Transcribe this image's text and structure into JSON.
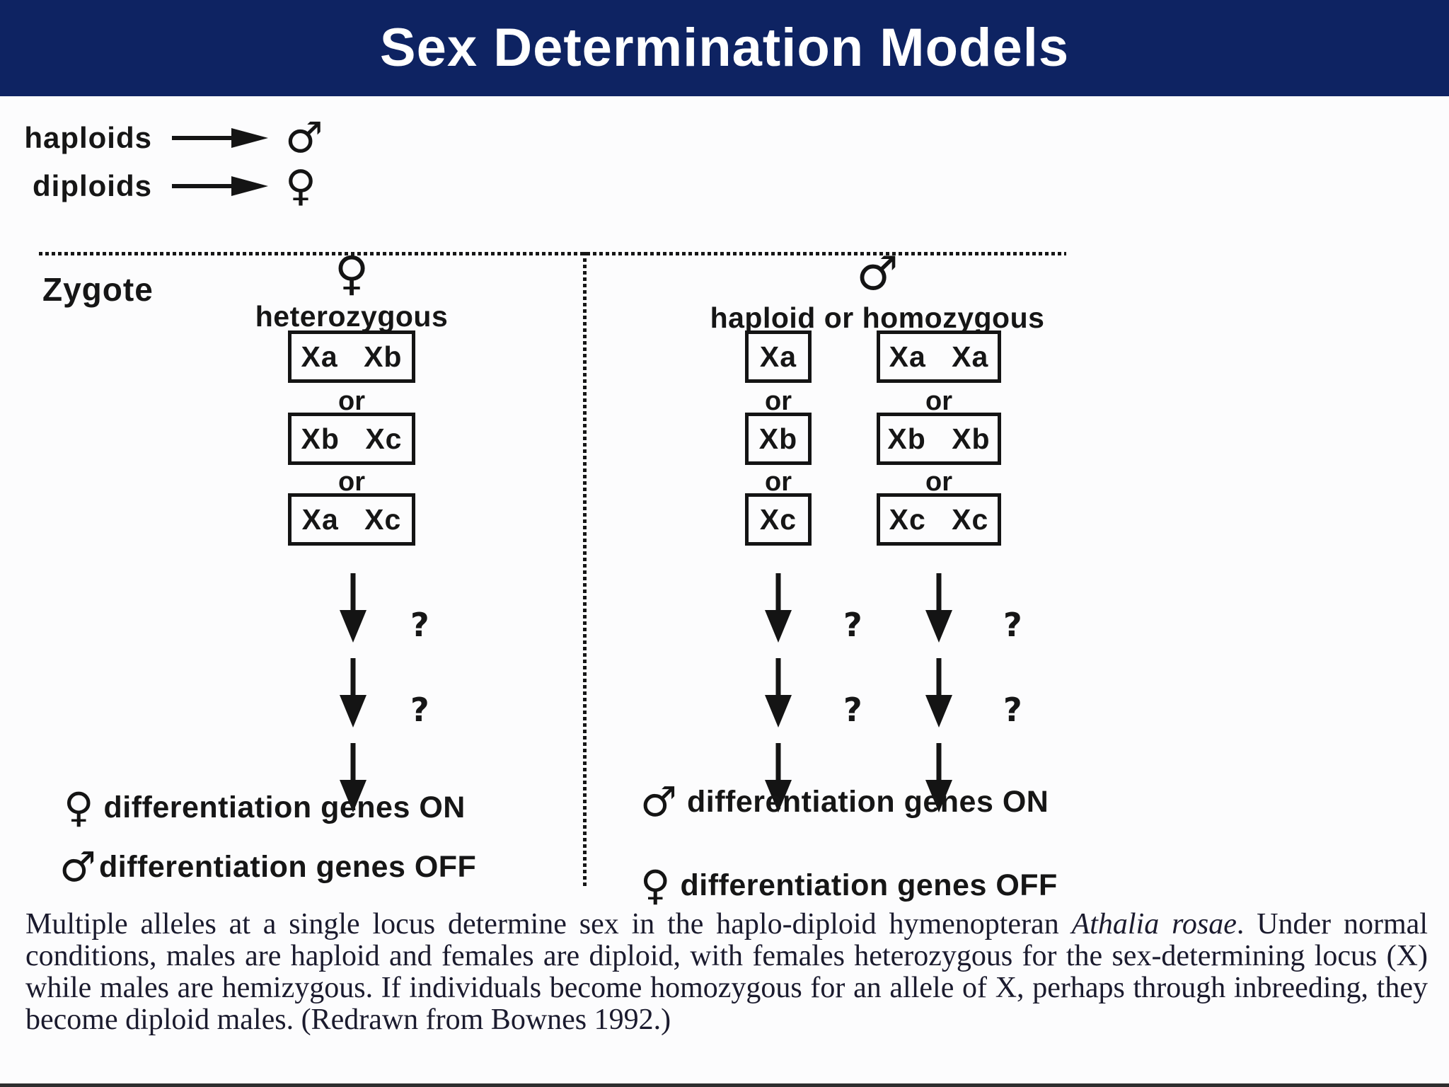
{
  "title": "Sex Determination Models",
  "legend": {
    "rows": [
      {
        "label": "haploids",
        "symbol": "♂",
        "symbol_name": "male"
      },
      {
        "label": "diploids",
        "symbol": "♀",
        "symbol_name": "female"
      }
    ]
  },
  "zygote_label": "Zygote",
  "female_branch": {
    "symbol": "♀",
    "subtitle": "heterozygous",
    "boxes": [
      "Xa Xb",
      "Xb Xc",
      "Xa Xc"
    ],
    "or_label": "or",
    "question_mark": "?",
    "outcomes": [
      {
        "symbol": "♀",
        "text": "differentiation genes ON"
      },
      {
        "symbol": "♂",
        "text": "differentiation genes OFF"
      }
    ]
  },
  "male_branch": {
    "symbol": "♂",
    "subtitle": "haploid or homozygous",
    "haploid_boxes": [
      "Xa",
      "Xb",
      "Xc"
    ],
    "homozygous_boxes": [
      "Xa Xa",
      "Xb Xb",
      "Xc Xc"
    ],
    "or_label": "or",
    "question_mark": "?",
    "outcomes": [
      {
        "symbol": "♂",
        "text": "differentiation genes ON"
      },
      {
        "symbol": "♀",
        "text": "differentiation genes OFF"
      }
    ]
  },
  "caption": {
    "part1": "Multiple alleles at a single locus determine sex in the haplo-diploid hymenopteran ",
    "part2_italic": "Athalia rosae",
    "part3": ". Under normal conditions, males are haploid and females are diploid, with females heterozygous for the sex-determining locus (X) while males are hemizygous. If individuals become homozygous for an allele of X, perhaps through inbreeding, they become diploid males. (Redrawn from Bownes 1992.)"
  },
  "colors": {
    "header_bg": "#0e2362",
    "ink": "#141414",
    "caption_ink": "#1b1b2e",
    "background": "#fcfcfd"
  }
}
